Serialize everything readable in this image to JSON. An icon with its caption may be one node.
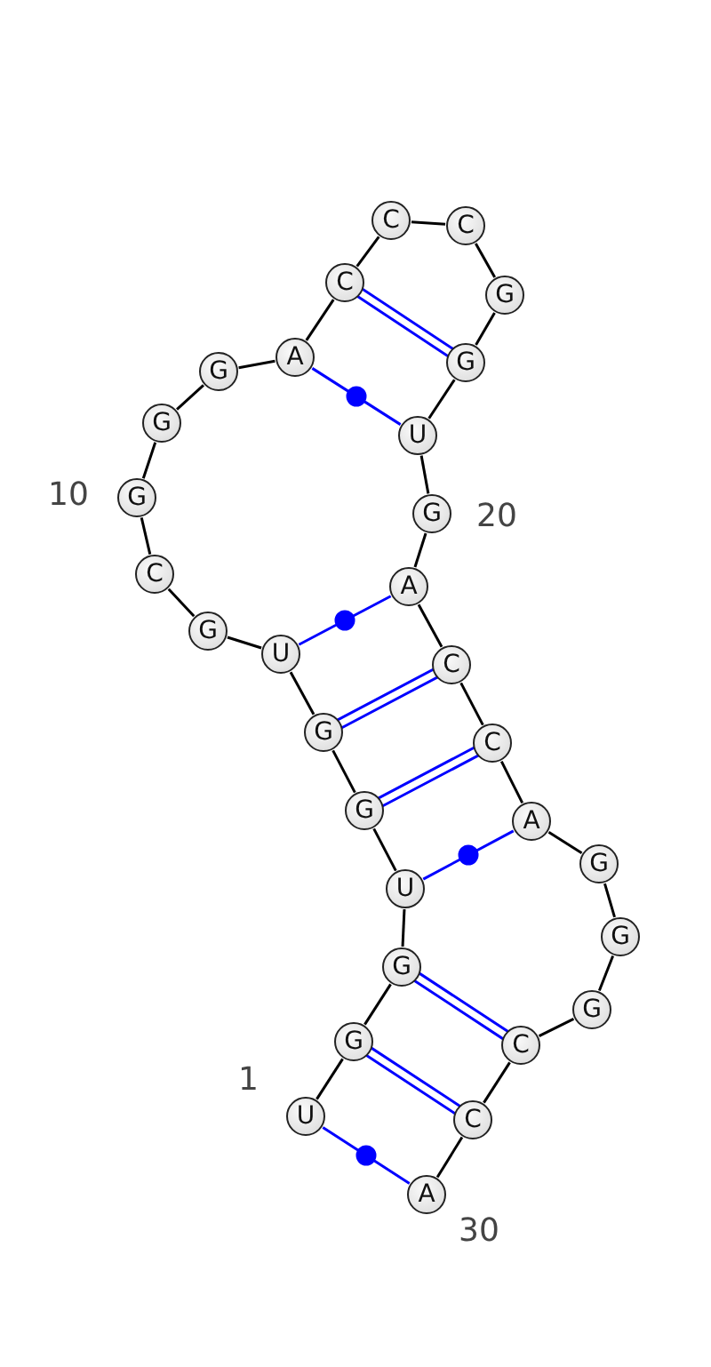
{
  "diagram": {
    "nodes": [
      {
        "text": [
          "U"
        ]
      },
      {
        "text": [
          "G"
        ]
      },
      {
        "text": [
          "G"
        ]
      },
      {
        "text": [
          "U"
        ]
      },
      {
        "text": [
          "G"
        ]
      },
      {
        "text": [
          "G"
        ]
      },
      {
        "text": [
          "U"
        ]
      },
      {
        "text": [
          "G"
        ]
      },
      {
        "text": [
          "C"
        ]
      },
      {
        "text": [
          "G"
        ]
      },
      {
        "text": [
          "G"
        ]
      },
      {
        "text": [
          "G"
        ]
      },
      {
        "text": [
          "A"
        ]
      },
      {
        "text": [
          "C"
        ]
      },
      {
        "text": [
          "C"
        ]
      },
      {
        "text": [
          "C"
        ]
      },
      {
        "text": [
          "G"
        ]
      },
      {
        "text": [
          "G"
        ]
      },
      {
        "text": [
          "U"
        ]
      },
      {
        "text": [
          "G"
        ]
      },
      {
        "text": [
          "A"
        ]
      },
      {
        "text": [
          "C"
        ]
      },
      {
        "text": [
          "C"
        ]
      },
      {
        "text": [
          "A"
        ]
      },
      {
        "text": [
          "G"
        ]
      },
      {
        "text": [
          "G"
        ]
      },
      {
        "text": [
          "G"
        ]
      },
      {
        "text": [
          "C"
        ]
      },
      {
        "text": [
          "C"
        ]
      },
      {
        "text": [
          "A"
        ]
      }
    ],
    "edges": [
      {
        "from": 0,
        "to": 1,
        "arrow": "none"
      },
      {
        "from": 1,
        "to": 2,
        "arrow": "none"
      },
      {
        "from": 2,
        "to": 3,
        "arrow": "none"
      },
      {
        "from": 3,
        "to": 4,
        "arrow": "none"
      },
      {
        "from": 4,
        "to": 5,
        "arrow": "none"
      },
      {
        "from": 5,
        "to": 6,
        "arrow": "none"
      },
      {
        "from": 6,
        "to": 7,
        "arrow": "none"
      },
      {
        "from": 7,
        "to": 8,
        "arrow": "none"
      },
      {
        "from": 8,
        "to": 9,
        "arrow": "none"
      },
      {
        "from": 9,
        "to": 10,
        "arrow": "none"
      },
      {
        "from": 10,
        "to": 11,
        "arrow": "none"
      },
      {
        "from": 11,
        "to": 12,
        "arrow": "none"
      },
      {
        "from": 12,
        "to": 13,
        "arrow": "none"
      },
      {
        "from": 13,
        "to": 14,
        "arrow": "none"
      },
      {
        "from": 14,
        "to": 15,
        "arrow": "none"
      },
      {
        "from": 15,
        "to": 16,
        "arrow": "none"
      },
      {
        "from": 16,
        "to": 17,
        "arrow": "none"
      },
      {
        "from": 17,
        "to": 18,
        "arrow": "none"
      },
      {
        "from": 18,
        "to": 19,
        "arrow": "none"
      },
      {
        "from": 19,
        "to": 20,
        "arrow": "none"
      },
      {
        "from": 20,
        "to": 21,
        "arrow": "none"
      },
      {
        "from": 21,
        "to": 22,
        "arrow": "none"
      },
      {
        "from": 22,
        "to": 23,
        "arrow": "none"
      },
      {
        "from": 23,
        "to": 24,
        "arrow": "none"
      },
      {
        "from": 24,
        "to": 25,
        "arrow": "none"
      },
      {
        "from": 25,
        "to": 26,
        "arrow": "none"
      },
      {
        "from": 26,
        "to": 27,
        "arrow": "none"
      },
      {
        "from": 27,
        "to": 28,
        "arrow": "none"
      },
      {
        "from": 28,
        "to": 29,
        "arrow": "none"
      },
      {
        "from": 0,
        "to": 29,
        "arrow": "none",
        "color": "#0000ff"
      },
      {
        "from": 1,
        "to": 28,
        "arrow": "none",
        "style": "thick",
        "color": "#0000ff"
      },
      {
        "from": 2,
        "to": 27,
        "arrow": "none",
        "style": "thick",
        "color": "#0000ff"
      },
      {
        "from": 3,
        "to": 23,
        "arrow": "none",
        "color": "#0000ff"
      },
      {
        "from": 4,
        "to": 22,
        "arrow": "none",
        "style": "thick",
        "color": "#0000ff"
      },
      {
        "from": 5,
        "to": 21,
        "arrow": "none",
        "style": "thick",
        "color": "#0000ff"
      },
      {
        "from": 6,
        "to": 20,
        "arrow": "none",
        "color": "#0000ff"
      },
      {
        "from": 12,
        "to": 18,
        "arrow": "none",
        "color": "#0000ff"
      },
      {
        "from": 13,
        "to": 17,
        "arrow": "none",
        "style": "thick",
        "color": "#0000ff"
      }
    ],
    "labels": [
      "1",
      "10",
      "20",
      "30"
    ]
  }
}
